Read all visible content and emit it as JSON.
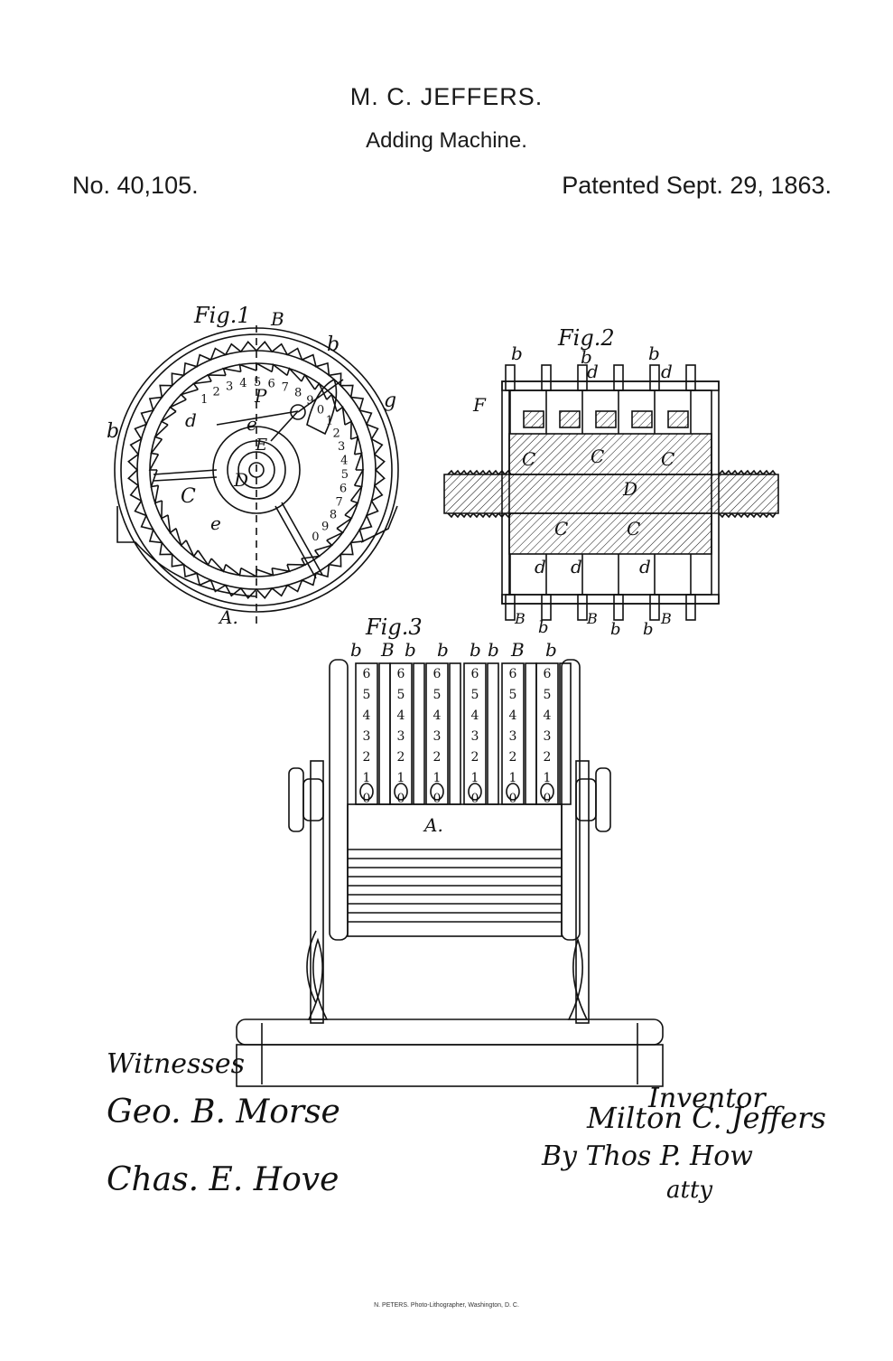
{
  "header": {
    "inventor": "M. C. JEFFERS.",
    "title": "Adding Machine.",
    "patent_number": "No. 40,105.",
    "patent_date": "Patented Sept. 29, 1863."
  },
  "figures": {
    "fig1": {
      "label": "Fig.1",
      "ref_letters": [
        "B",
        "b",
        "b",
        "g",
        "P",
        "d",
        "e",
        "E",
        "D",
        "C",
        "e",
        "A."
      ],
      "digits": [
        "1",
        "2",
        "3",
        "4",
        "5",
        "6",
        "7",
        "8",
        "9",
        "0"
      ]
    },
    "fig2": {
      "label": "Fig.2",
      "ref_letters": [
        "b",
        "b",
        "b",
        "d",
        "d",
        "F",
        "C",
        "C",
        "C",
        "D",
        "C",
        "C",
        "d",
        "d",
        "d",
        "B",
        "b",
        "B",
        "b",
        "B",
        "b"
      ]
    },
    "fig3": {
      "label": "Fig.3",
      "top_labels": [
        "b",
        "B",
        "b",
        "b",
        "b",
        "b",
        "B",
        "b"
      ],
      "wheel_digits": [
        "6",
        "5",
        "4",
        "3",
        "2",
        "1",
        "0"
      ],
      "drum_label": "A."
    }
  },
  "signatures": {
    "witnesses_label": "Witnesses",
    "witness_1": "Geo. B. Morse",
    "witness_2": "Chas. E. Hove",
    "inventor_label": "Inventor",
    "inventor": "Milton C. Jeffers",
    "attorney": "By Thos P. How",
    "attorney_abbr": "atty"
  },
  "footer": "N. PETERS. Photo-Lithographer, Washington, D. C."
}
